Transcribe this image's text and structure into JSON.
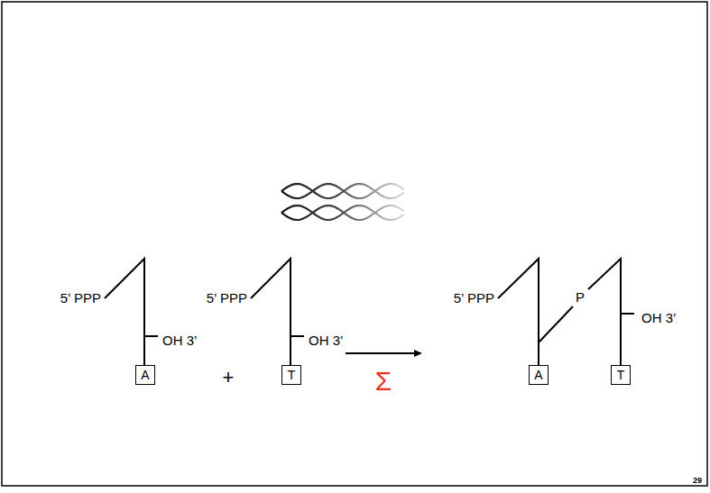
{
  "diagram": {
    "nodes": [
      {
        "text": [
          "A"
        ]
      },
      {
        "text": [
          "T"
        ]
      },
      {
        "text": [
          "A"
        ]
      },
      {
        "text": [
          "T"
        ]
      }
    ],
    "labels": [
      "5’ PPP",
      "OH 3’",
      "+",
      "5’ PPP",
      "OH 3’",
      "Σ",
      "5’ PPP",
      "P",
      "OH 3’",
      "29"
    ]
  }
}
